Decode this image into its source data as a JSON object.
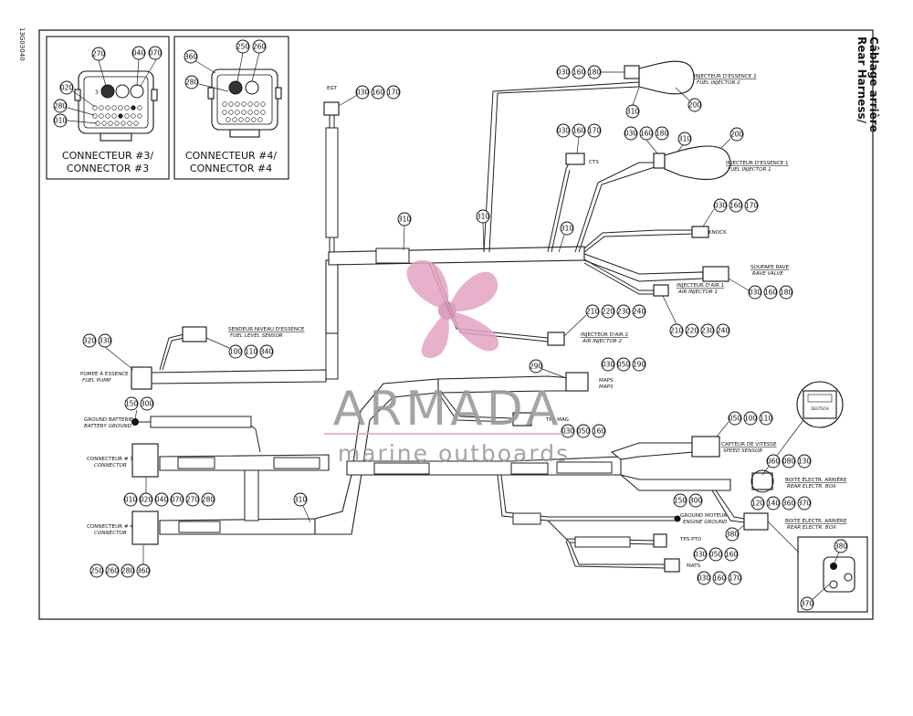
{
  "doc_code": "13G03040",
  "title": {
    "line1": "Rear Harness/",
    "line2": "Câblage arrière"
  },
  "insets": {
    "connector3": {
      "line1": "CONNECTEUR #3/",
      "line2": "CONNECTOR #3",
      "callouts": [
        "270",
        "040",
        "070",
        "020",
        "280",
        "010"
      ],
      "pin_label": "3"
    },
    "connector4": {
      "line1": "CONNECTEUR #4/",
      "line2": "CONNECTOR #4",
      "callouts": [
        "360",
        "250",
        "260",
        "280"
      ]
    },
    "deutsch": {
      "label": "DEUTSCH"
    },
    "plug_detail": {
      "callouts": [
        "380",
        "370"
      ]
    }
  },
  "components": {
    "egt": {
      "label": "EGT",
      "callouts": [
        "030",
        "160",
        "170"
      ]
    },
    "fuel_injector_2": {
      "fr": "INJECTEUR D'ESSENCE 2",
      "en": "FUEL INJECTOR 2",
      "callouts": [
        "030",
        "160",
        "180"
      ],
      "refs": [
        "310",
        "200"
      ]
    },
    "fuel_injector_1": {
      "fr": "INJECTEUR D'ESSENCE 1",
      "en": "FUEL INJECTOR 1",
      "callouts": [
        "030",
        "160",
        "180"
      ],
      "refs": [
        "310",
        "200"
      ]
    },
    "cts": {
      "label": "CTS",
      "callouts": [
        "030",
        "160",
        "170"
      ]
    },
    "knock": {
      "label": "KNOCK",
      "callouts": [
        "030",
        "160",
        "170"
      ]
    },
    "rave_valve": {
      "fr": "SOUPAPE RAVE",
      "en": "RAVE VALVE",
      "callouts": [
        "030",
        "160",
        "180"
      ]
    },
    "air_injector_1": {
      "fr": "INJECTEUR D'AIR 1",
      "en": "AIR INJECTOR 1",
      "callouts": [
        "210",
        "220",
        "230",
        "240"
      ]
    },
    "air_injector_2": {
      "fr": "INJECTEUR D'AIR 2",
      "en": "AIR INJECTOR 2",
      "callouts": [
        "210",
        "220",
        "230",
        "240"
      ]
    },
    "fuel_level_sensor": {
      "fr": "SENDEUR NIVEAU D'ESSENCE",
      "en": "FUEL LEVEL SENSOR",
      "callouts": [
        "100",
        "110",
        "340"
      ]
    },
    "fuel_pump": {
      "fr": "POMPE À ESSENCE",
      "en": "FUEL PUMP",
      "callouts": [
        "320",
        "330"
      ]
    },
    "map": {
      "label1": "MAPS",
      "label2": "MAPS",
      "callouts": [
        "290",
        "030",
        "050",
        "190"
      ]
    },
    "tps_mag": {
      "label": "TPS MAG",
      "callouts": [
        "030",
        "050",
        "160"
      ]
    },
    "battery_ground": {
      "fr": "GROUND BATTERIE",
      "en": "BATTERY GROUND",
      "callouts": [
        "150",
        "300"
      ]
    },
    "connector3_main": {
      "fr": "CONNECTEUR # 3",
      "en": "CONNECTOR",
      "callouts": [
        "010",
        "020",
        "040",
        "070",
        "270",
        "280"
      ]
    },
    "connector4_main": {
      "fr": "CONNECTEUR # 4",
      "en": "CONNECTOR",
      "callouts": [
        "250",
        "260",
        "280",
        "360"
      ]
    },
    "speed_sensor": {
      "fr": "CAPTEUR DE VITESSE",
      "en": "SPEED SENSOR",
      "callouts": [
        "050",
        "100",
        "110"
      ]
    },
    "rear_ecu_1": {
      "fr": "BOITE ÉLECTR. ARRIÈRE",
      "en": "REAR ELECTR. BOX",
      "callouts": [
        "060",
        "080",
        "130"
      ]
    },
    "rear_ecu_2": {
      "fr": "BOITE ÉLECTR. ARRIÈRE",
      "en": "REAR ELECTR. BOX",
      "callouts": [
        "120",
        "140",
        "360",
        "370"
      ],
      "ref": "380"
    },
    "engine_ground": {
      "fr": "GROUND MOTEUR",
      "en": "ENGINE GROUND",
      "callouts": [
        "150",
        "300"
      ]
    },
    "tps_pto": {
      "label": "TPS PTO",
      "callouts": [
        "030",
        "050",
        "160"
      ]
    },
    "mats": {
      "label": "MATS",
      "callouts": [
        "030",
        "160",
        "170"
      ]
    }
  },
  "harness_refs": [
    "310",
    "310",
    "310",
    "310"
  ],
  "watermark": {
    "brand": "ARMADA",
    "tagline": "marine outboards"
  },
  "colors": {
    "ink": "#111111",
    "watermark_pink": "#e3a3c3",
    "watermark_gray": "#9b9b9b"
  }
}
